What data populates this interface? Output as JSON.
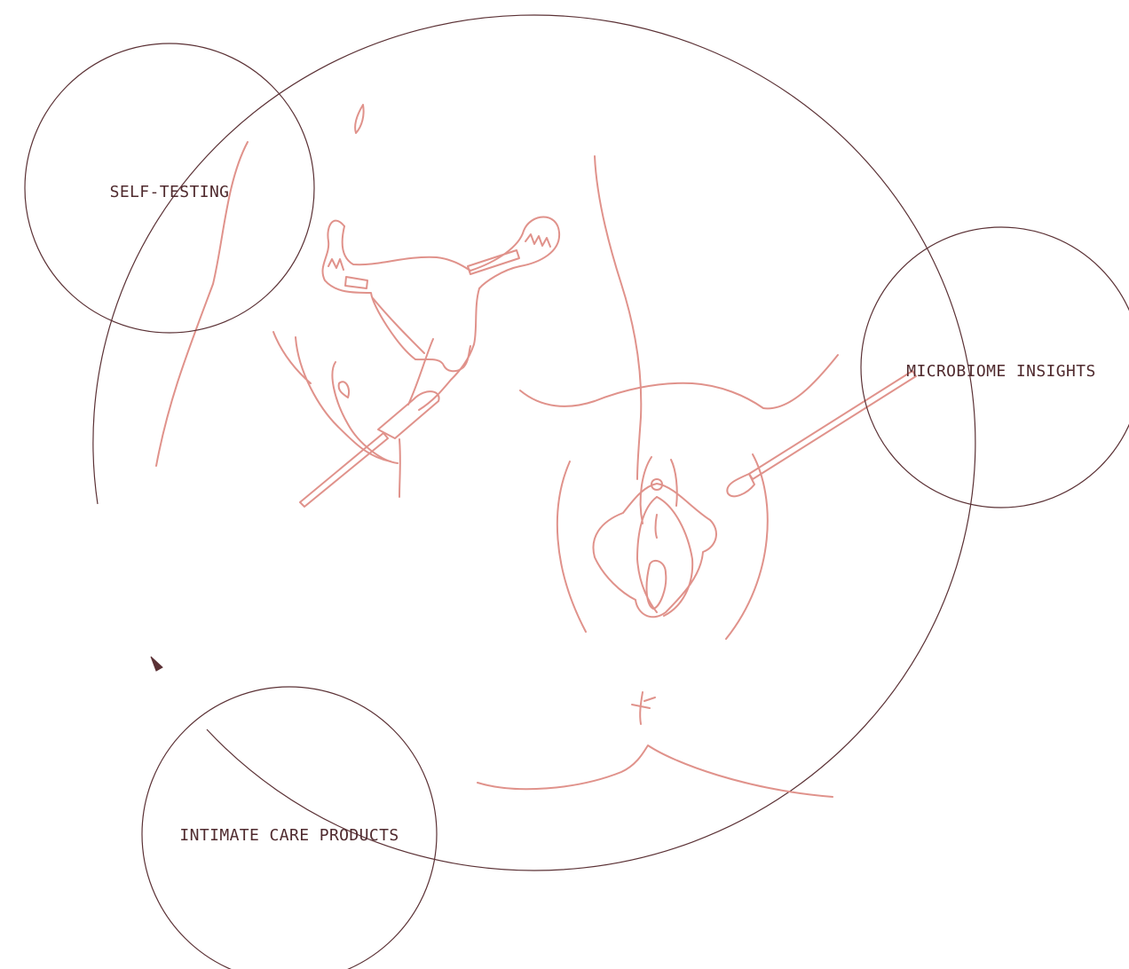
{
  "colors": {
    "ring": "#5b3135",
    "illustration": "#e0928b",
    "label": "#4f2a2e",
    "background": "#ffffff"
  },
  "diagram": {
    "nodes": [
      {
        "id": "self-testing",
        "label": "SELF-TESTING"
      },
      {
        "id": "microbiome-insights",
        "label": "MICROBIOME INSIGHTS"
      },
      {
        "id": "intimate-care-products",
        "label": "INTIMATE CARE PRODUCTS"
      }
    ],
    "cycle_arrow_icon": "cycle-arrowhead-icon",
    "illustration_icon": "female-anatomy-swab-illustration"
  }
}
